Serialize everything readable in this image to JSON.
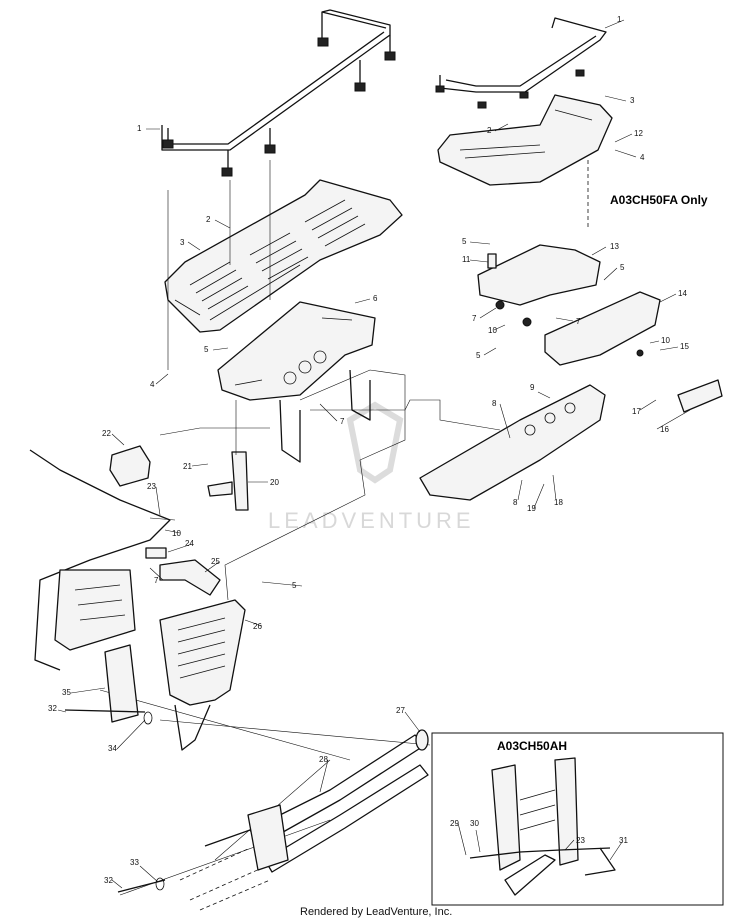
{
  "diagram": {
    "variant_labels": {
      "fa_only": "A03CH50FA Only",
      "ah": "A03CH50AH"
    },
    "watermark": "LEADVENTURE",
    "footer": "Rendered by LeadVenture, Inc.",
    "callouts": [
      "1",
      "1",
      "2",
      "2",
      "3",
      "3",
      "4",
      "4",
      "5",
      "5",
      "5",
      "5",
      "5",
      "6",
      "7",
      "7",
      "7",
      "7",
      "8",
      "8",
      "9",
      "10",
      "10",
      "10",
      "11",
      "12",
      "13",
      "14",
      "15",
      "16",
      "17",
      "18",
      "19",
      "20",
      "21",
      "22",
      "23",
      "23",
      "24",
      "25",
      "26",
      "27",
      "28",
      "29",
      "30",
      "31",
      "32",
      "32",
      "33",
      "34",
      "35"
    ]
  }
}
